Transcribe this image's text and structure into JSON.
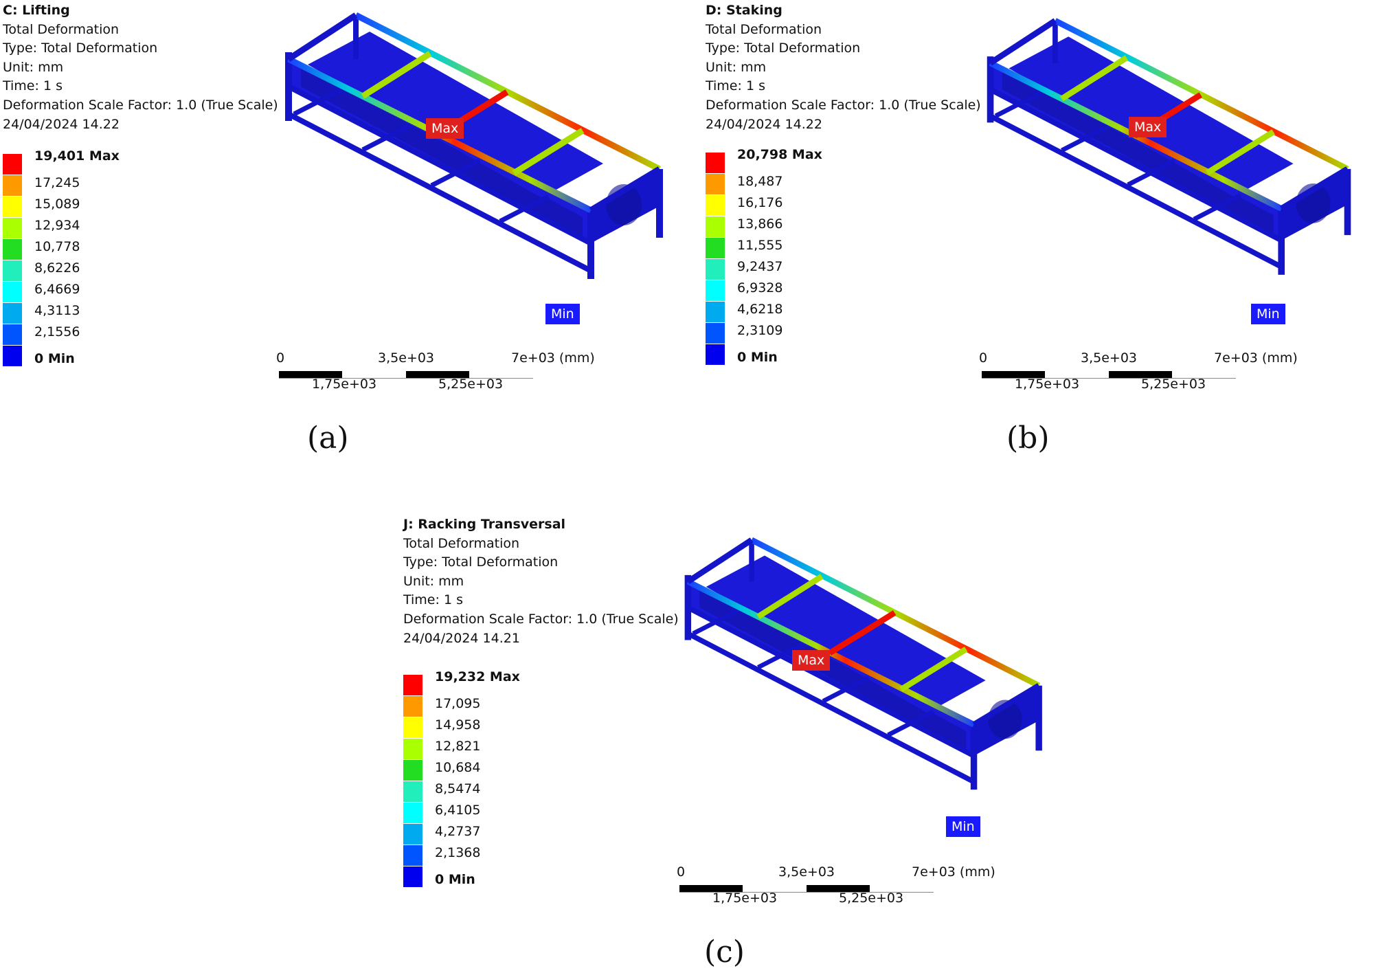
{
  "panels": [
    {
      "id": "a",
      "title": "C: Lifting",
      "info_lines": [
        "Total Deformation",
        "Type: Total Deformation",
        "Unit: mm",
        "Time: 1 s",
        "Deformation Scale Factor: 1.0 (True Scale)",
        "24/04/2024 14.22"
      ],
      "legend": [
        "19,401 Max",
        "17,245",
        "15,089",
        "12,934",
        "10,778",
        "8,6226",
        "6,4669",
        "4,3113",
        "2,1556",
        "0 Min"
      ],
      "max_label": "Max",
      "min_label": "Min",
      "scale": {
        "t0": "0",
        "t1": "1,75e+03",
        "t2": "3,5e+03",
        "t3": "5,25e+03",
        "t4": "7e+03 (mm)"
      },
      "caption": "(a)"
    },
    {
      "id": "b",
      "title": "D: Staking",
      "info_lines": [
        "Total Deformation",
        "Type: Total Deformation",
        "Unit: mm",
        "Time: 1 s",
        "Deformation Scale Factor: 1.0 (True Scale)",
        "24/04/2024 14.22"
      ],
      "legend": [
        "20,798 Max",
        "18,487",
        "16,176",
        "13,866",
        "11,555",
        "9,2437",
        "6,9328",
        "4,6218",
        "2,3109",
        "0 Min"
      ],
      "max_label": "Max",
      "min_label": "Min",
      "scale": {
        "t0": "0",
        "t1": "1,75e+03",
        "t2": "3,5e+03",
        "t3": "5,25e+03",
        "t4": "7e+03 (mm)"
      },
      "caption": "(b)"
    },
    {
      "id": "c",
      "title": "J: Racking Transversal",
      "info_lines": [
        "Total Deformation",
        "Type: Total Deformation",
        "Unit: mm",
        "Time: 1 s",
        "Deformation Scale Factor: 1.0 (True Scale)",
        "24/04/2024 14.21"
      ],
      "legend": [
        "19,232 Max",
        "17,095",
        "14,958",
        "12,821",
        "10,684",
        "8,5474",
        "6,4105",
        "4,2737",
        "2,1368",
        "0 Min"
      ],
      "max_label": "Max",
      "min_label": "Min",
      "scale": {
        "t0": "0",
        "t1": "1,75e+03",
        "t2": "3,5e+03",
        "t3": "5,25e+03",
        "t4": "7e+03 (mm)"
      },
      "caption": "(c)"
    }
  ],
  "legend_colors": [
    "#ff0000",
    "#ff9900",
    "#ffff00",
    "#aaff00",
    "#22dd22",
    "#22eebb",
    "#00ffff",
    "#00aaee",
    "#0055ff",
    "#0000ee"
  ],
  "model_colors": {
    "frame": "#1414c8",
    "tank": "#1a1ad8",
    "tank_shade": "#0f0f9a",
    "top": "#ffffff"
  }
}
